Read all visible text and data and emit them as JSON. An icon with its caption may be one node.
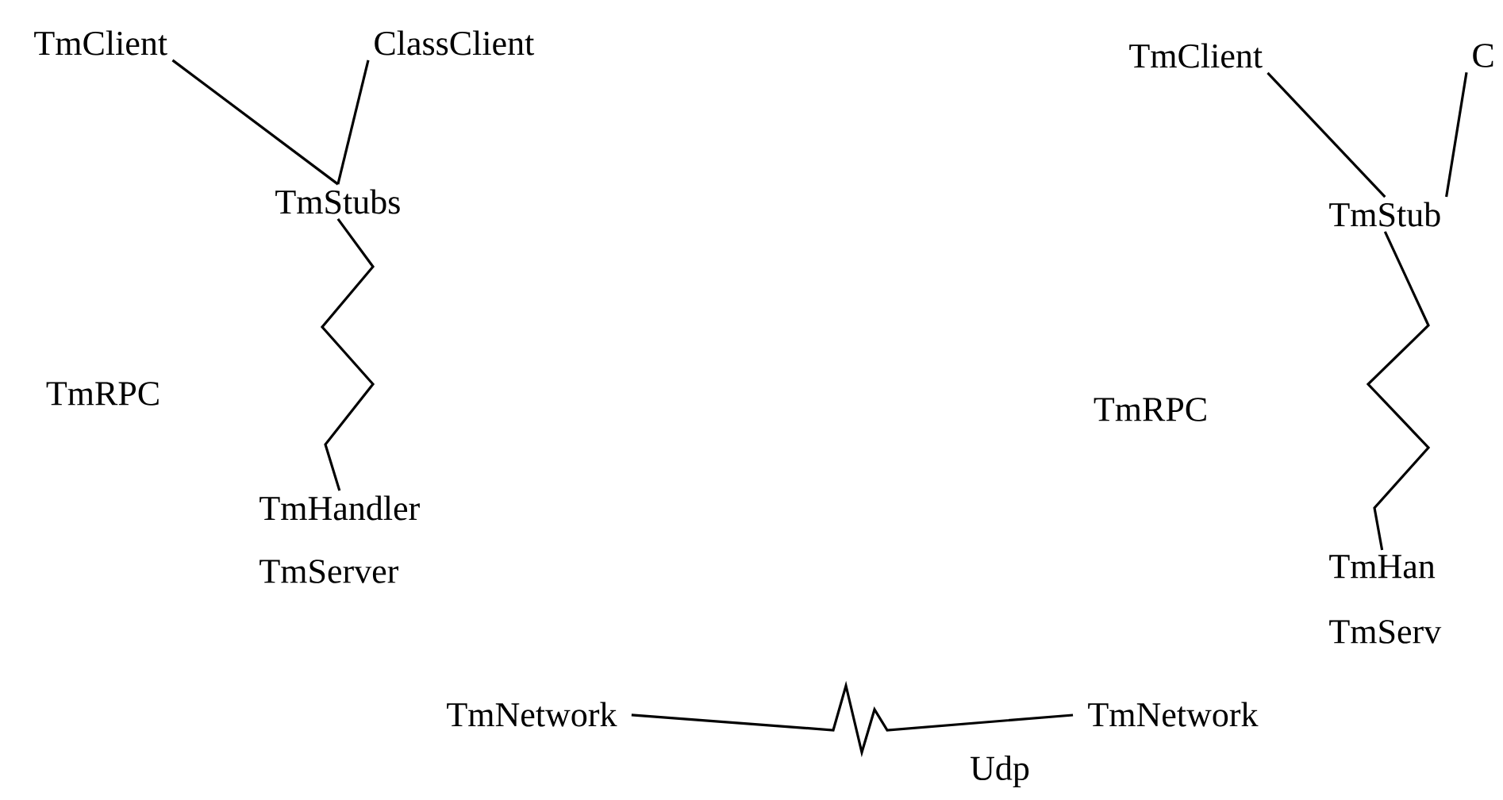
{
  "diagram": {
    "nodes": [
      {
        "text": [
          "TmClient"
        ]
      },
      {
        "text": [
          "ClassClient"
        ]
      },
      {
        "text": [
          "TmStubs"
        ]
      },
      {
        "text": [
          "TmHandler"
        ]
      },
      {
        "text": [
          "TmServer"
        ]
      },
      {
        "text": [
          "TmNetwork"
        ]
      },
      {
        "text": [
          "TmNetwork"
        ]
      },
      {
        "text": [
          "TmClient"
        ]
      },
      {
        "text": [
          "C"
        ]
      },
      {
        "text": [
          "TmStub"
        ]
      },
      {
        "text": [
          "TmHan"
        ]
      },
      {
        "text": [
          "TmServ"
        ]
      }
    ],
    "edges": [
      {
        "from": 0,
        "to": 2,
        "arrow": "none"
      },
      {
        "from": 1,
        "to": 2,
        "arrow": "none"
      },
      {
        "from": 2,
        "to": 3,
        "arrow": "none"
      },
      {
        "from": 5,
        "to": 6,
        "arrow": "none",
        "label": "Udp"
      },
      {
        "from": 7,
        "to": 9,
        "arrow": "none"
      },
      {
        "from": 8,
        "to": 9,
        "arrow": "none"
      },
      {
        "from": 9,
        "to": 10,
        "arrow": "none"
      }
    ],
    "labels": [
      "TmRPC",
      "TmRPC"
    ]
  }
}
